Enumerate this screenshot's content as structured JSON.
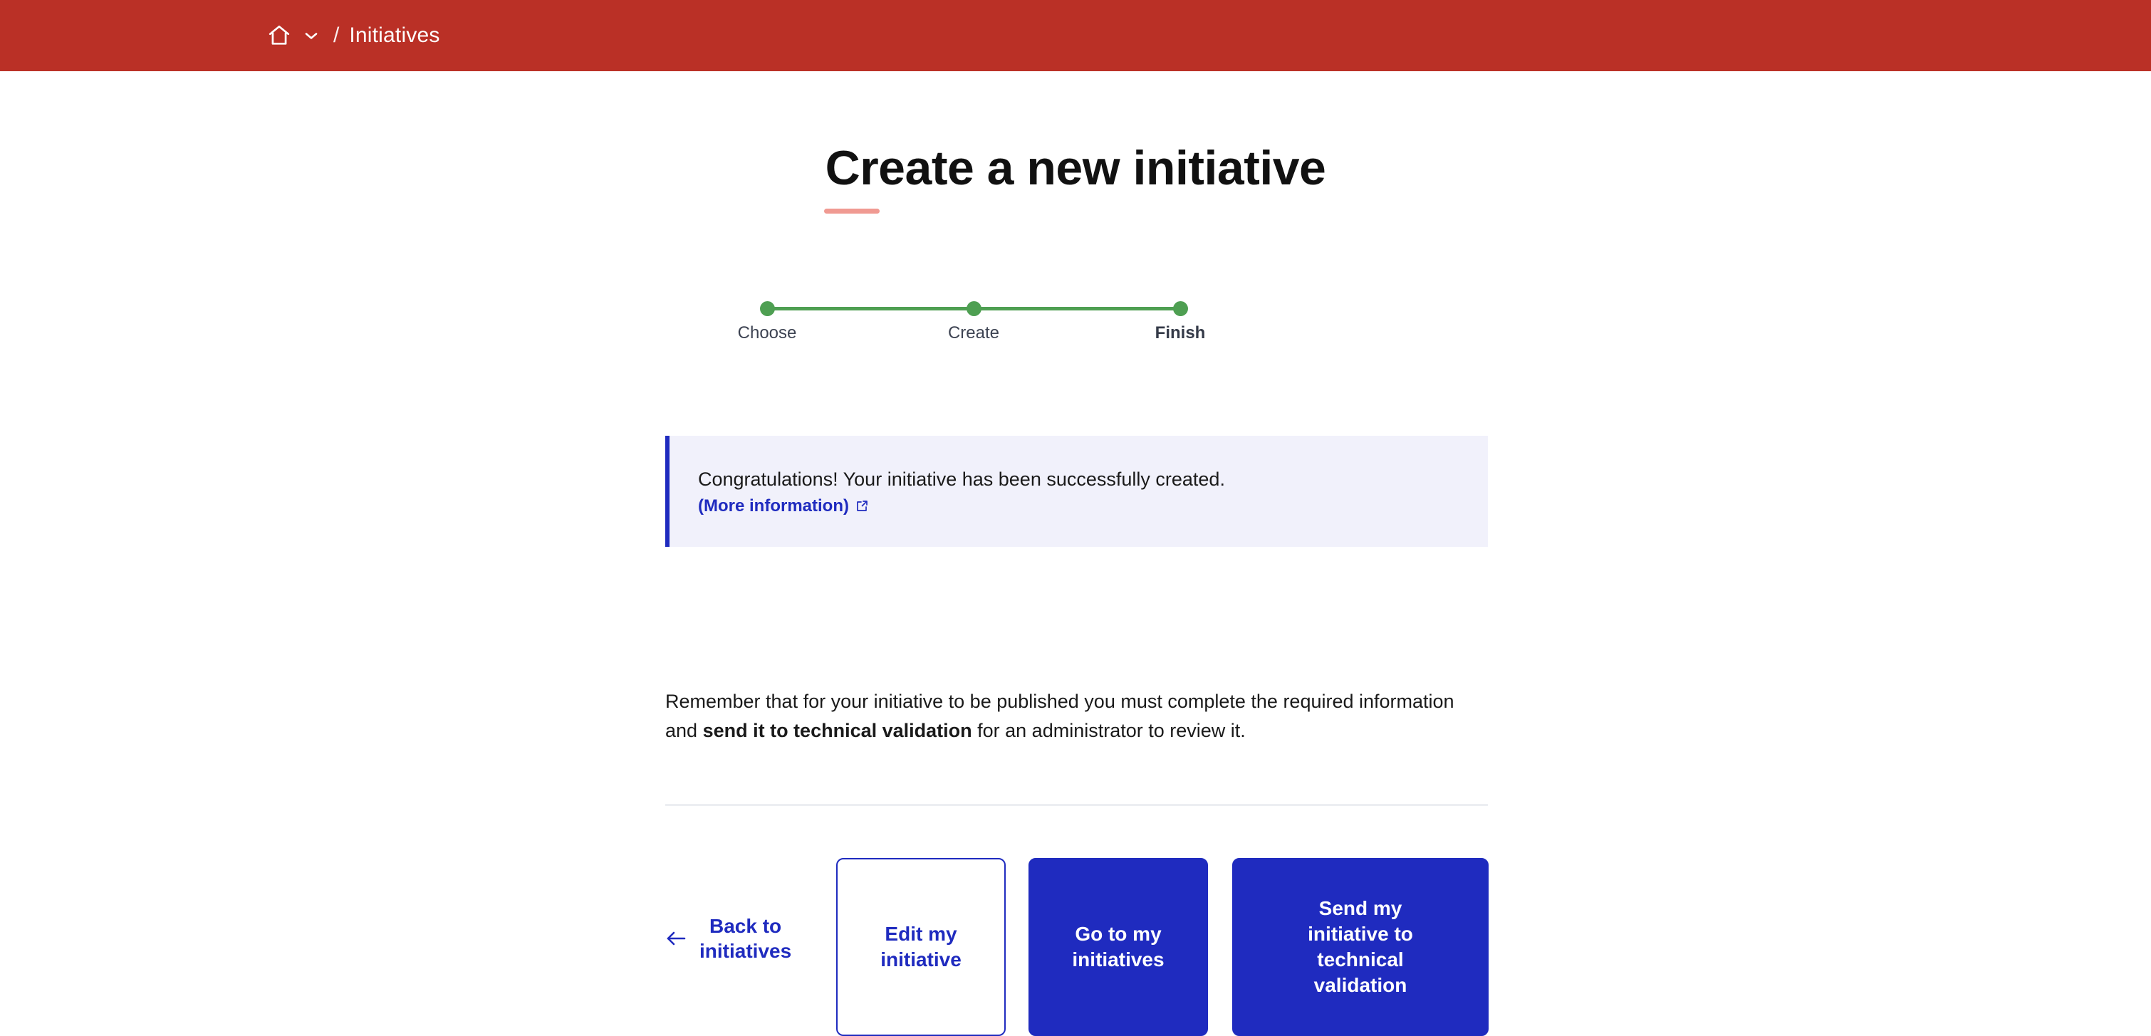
{
  "topbar": {
    "background_color": "#ba3026",
    "home_icon": "home-icon",
    "dropdown_icon": "chevron-down-icon",
    "separator": "/",
    "current_label": "Initiatives"
  },
  "page": {
    "title": "Create a new initiative",
    "accent_color": "#f09a92"
  },
  "stepper": {
    "active_color": "#4e9f52",
    "steps": [
      {
        "label": "Choose",
        "state": "complete"
      },
      {
        "label": "Create",
        "state": "complete"
      },
      {
        "label": "Finish",
        "state": "active"
      }
    ]
  },
  "notice": {
    "accent_color": "#1f2bbf",
    "background_color": "#f1f1fb",
    "message": "Congratulations! Your initiative has been successfully created.",
    "link_label": "(More information)",
    "link_icon": "external-link-icon"
  },
  "body": {
    "paragraph_part1": "Remember that for your initiative to be published you must complete the required information and ",
    "paragraph_bold": "send it to technical validation",
    "paragraph_part2": " for an administrator to review it."
  },
  "actions": {
    "back": {
      "icon": "arrow-left-icon",
      "label": "Back to\ninitiatives"
    },
    "edit": {
      "label": "Edit my\ninitiative"
    },
    "go": {
      "label": "Go to my\ninitiatives"
    },
    "send": {
      "label": "Send my\ninitiative to\ntechnical\nvalidation"
    },
    "primary_color": "#1f2bbf"
  }
}
